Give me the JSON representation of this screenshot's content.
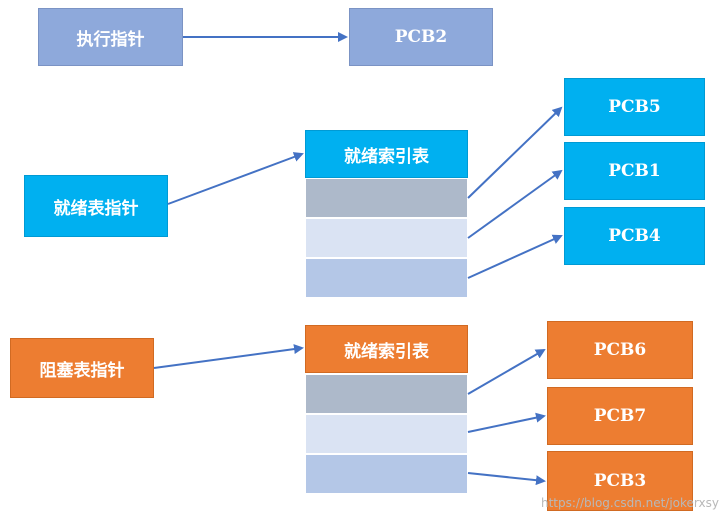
{
  "exec": {
    "pointer": "执行指针",
    "target": "PCB2"
  },
  "ready": {
    "pointer": "就绪表指针",
    "index": "就绪索引表",
    "pcbs": [
      "PCB5",
      "PCB1",
      "PCB4"
    ]
  },
  "blocked": {
    "pointer": "阻塞表指针",
    "index": "就绪索引表",
    "pcbs": [
      "PCB6",
      "PCB7",
      "PCB3"
    ]
  },
  "watermark": "https://blog.csdn.net/jokerxsy",
  "colors": {
    "purple": "#8ea9db",
    "cyan": "#00b0f0",
    "orange": "#ed7d31",
    "arrow": "#4472c4"
  }
}
